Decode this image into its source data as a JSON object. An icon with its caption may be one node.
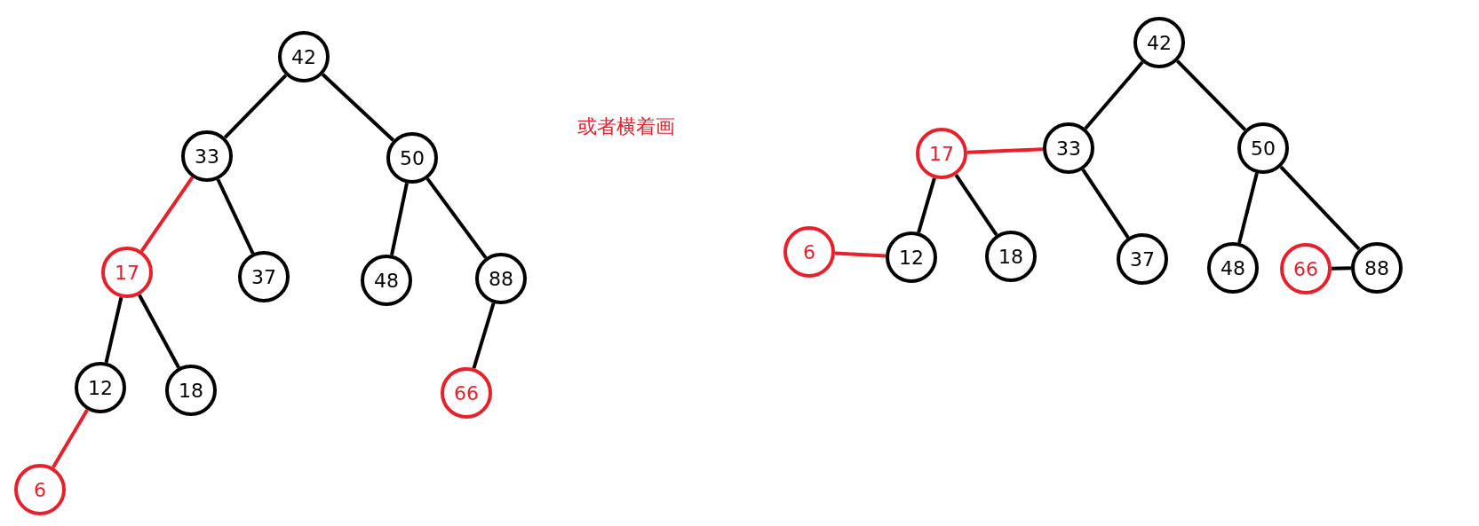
{
  "diagram": {
    "nodes": [
      {
        "text": [
          "42"
        ]
      },
      {
        "text": [
          "33"
        ]
      },
      {
        "text": [
          "50"
        ]
      },
      {
        "text": [
          "17"
        ]
      },
      {
        "text": [
          "37"
        ]
      },
      {
        "text": [
          "48"
        ]
      },
      {
        "text": [
          "88"
        ]
      },
      {
        "text": [
          "12"
        ]
      },
      {
        "text": [
          "18"
        ]
      },
      {
        "text": [
          "66"
        ]
      },
      {
        "text": [
          "6"
        ]
      },
      {
        "text": [
          "42"
        ]
      },
      {
        "text": [
          "17"
        ]
      },
      {
        "text": [
          "33"
        ]
      },
      {
        "text": [
          "50"
        ]
      },
      {
        "text": [
          "6"
        ]
      },
      {
        "text": [
          "12"
        ]
      },
      {
        "text": [
          "18"
        ]
      },
      {
        "text": [
          "37"
        ]
      },
      {
        "text": [
          "48"
        ]
      },
      {
        "text": [
          "66"
        ]
      },
      {
        "text": [
          "88"
        ]
      }
    ],
    "edges": [
      {
        "from": 0,
        "to": 1,
        "arrow": "none"
      },
      {
        "from": 0,
        "to": 2,
        "arrow": "none"
      },
      {
        "from": 1,
        "to": 3,
        "arrow": "none",
        "color": "#e8202a"
      },
      {
        "from": 1,
        "to": 4,
        "arrow": "none"
      },
      {
        "from": 2,
        "to": 5,
        "arrow": "none"
      },
      {
        "from": 2,
        "to": 6,
        "arrow": "none"
      },
      {
        "from": 3,
        "to": 7,
        "arrow": "none"
      },
      {
        "from": 3,
        "to": 8,
        "arrow": "none"
      },
      {
        "from": 6,
        "to": 9,
        "arrow": "none"
      },
      {
        "from": 7,
        "to": 10,
        "arrow": "none",
        "color": "#e8202a"
      },
      {
        "from": 11,
        "to": 13,
        "arrow": "none"
      },
      {
        "from": 11,
        "to": 14,
        "arrow": "none"
      },
      {
        "from": 12,
        "to": 13,
        "arrow": "none",
        "color": "#e8202a"
      },
      {
        "from": 12,
        "to": 16,
        "arrow": "none"
      },
      {
        "from": 12,
        "to": 17,
        "arrow": "none"
      },
      {
        "from": 13,
        "to": 18,
        "arrow": "none"
      },
      {
        "from": 14,
        "to": 19,
        "arrow": "none"
      },
      {
        "from": 14,
        "to": 21,
        "arrow": "none"
      },
      {
        "from": 15,
        "to": 16,
        "arrow": "none",
        "color": "#e8202a"
      },
      {
        "from": 20,
        "to": 21,
        "arrow": "none"
      }
    ],
    "labels": [
      "或者横着画"
    ]
  }
}
